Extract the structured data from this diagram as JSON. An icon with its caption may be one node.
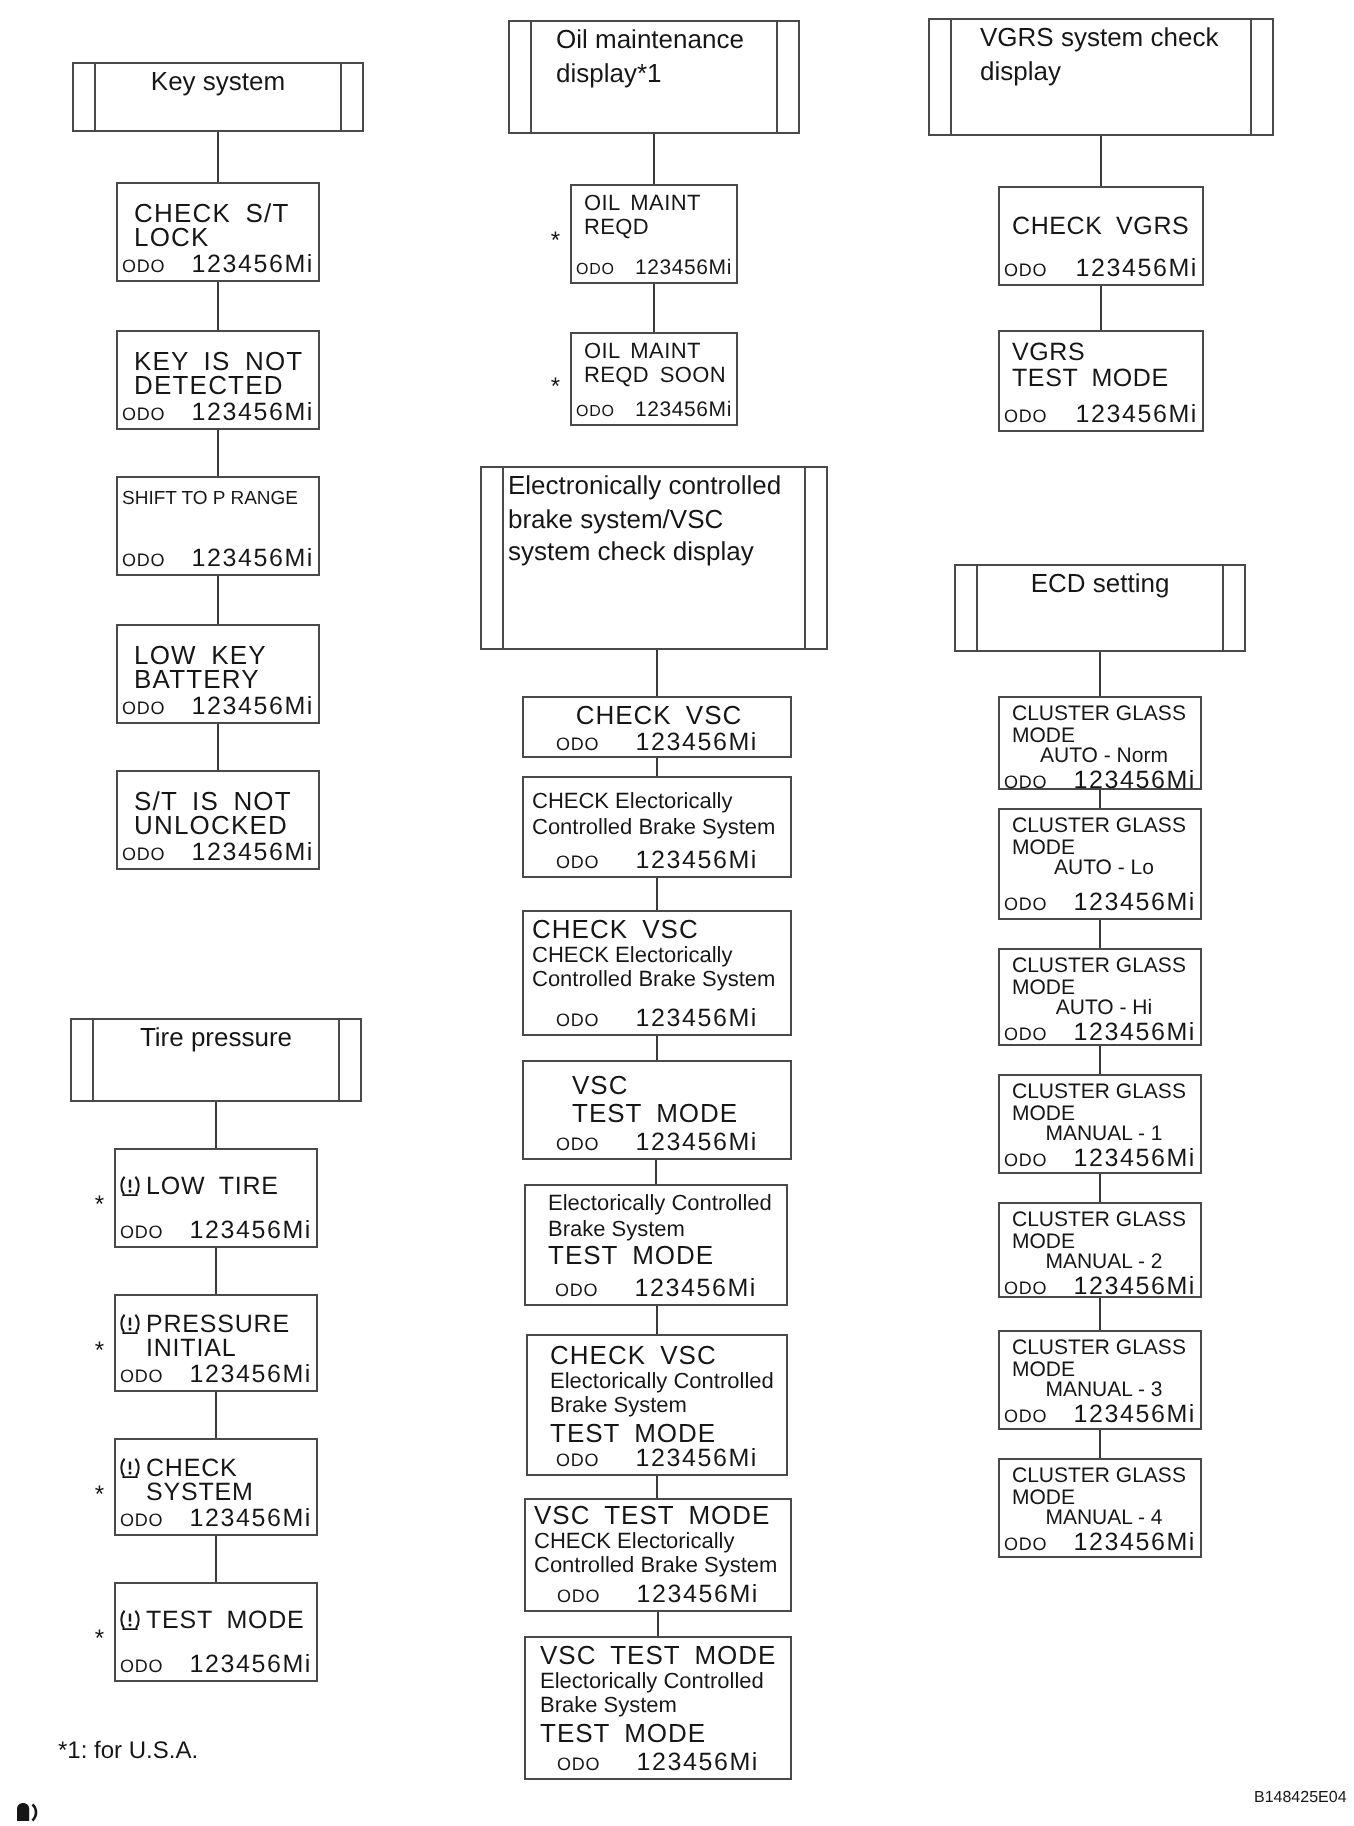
{
  "diagram": {
    "nodes": [
      {
        "text": [
          "Key system"
        ]
      },
      {
        "text": [
          "CHECK S/T LOCK",
          "ODO",
          "123456Mi"
        ]
      },
      {
        "text": [
          "KEY IS NOT DETECTED",
          "ODO",
          "123456Mi"
        ]
      },
      {
        "text": [
          "SHIFT TO P RANGE",
          "ODO",
          "123456Mi"
        ]
      },
      {
        "text": [
          "LOW KEY BATTERY",
          "ODO",
          "123456Mi"
        ]
      },
      {
        "text": [
          "S/T IS NOT UNLOCKED",
          "ODO",
          "123456Mi"
        ]
      },
      {
        "text": [
          "Tire pressure"
        ]
      },
      {
        "text": [
          "LOW TIRE",
          "ODO",
          "123456Mi"
        ],
        "beside": [
          "*"
        ]
      },
      {
        "text": [
          "PRESSURE INITIAL",
          "ODO",
          "123456Mi"
        ],
        "beside": [
          "*"
        ]
      },
      {
        "text": [
          "CHECK SYSTEM",
          "ODO",
          "123456Mi"
        ],
        "beside": [
          "*"
        ]
      },
      {
        "text": [
          "TEST MODE",
          "ODO",
          "123456Mi"
        ],
        "beside": [
          "*"
        ]
      },
      {
        "text": [
          "Oil maintenance display*1"
        ]
      },
      {
        "text": [
          "OIL MAINT REQD",
          "ODO",
          "123456Mi"
        ],
        "beside": [
          "*"
        ]
      },
      {
        "text": [
          "OIL MAINT REQD SOON",
          "ODO",
          "123456Mi"
        ],
        "beside": [
          "*"
        ]
      },
      {
        "text": [
          "Electronically controlled brake system/VSC system check display"
        ]
      },
      {
        "text": [
          "CHECK VSC",
          "ODO",
          "123456Mi"
        ]
      },
      {
        "text": [
          "CHECK Electorically Controlled Brake System",
          "ODO",
          "123456Mi"
        ]
      },
      {
        "text": [
          "CHECK VSC",
          "CHECK Electorically Controlled Brake System",
          "ODO",
          "123456Mi"
        ]
      },
      {
        "text": [
          "VSC",
          "TEST MODE",
          "ODO",
          "123456Mi"
        ]
      },
      {
        "text": [
          "Electorically Controlled Brake System",
          "TEST MODE",
          "ODO",
          "123456Mi"
        ]
      },
      {
        "text": [
          "CHECK VSC",
          "Electorically Controlled Brake System",
          "TEST MODE",
          "ODO",
          "123456Mi"
        ]
      },
      {
        "text": [
          "VSC TEST MODE",
          "CHECK Electorically Controlled Brake System",
          "ODO",
          "123456Mi"
        ]
      },
      {
        "text": [
          "VSC TEST MODE",
          "Electorically Controlled Brake System",
          "TEST MODE",
          "ODO",
          "123456Mi"
        ]
      },
      {
        "text": [
          "VGRS system check display"
        ]
      },
      {
        "text": [
          "CHECK VGRS",
          "ODO",
          "123456Mi"
        ]
      },
      {
        "text": [
          "VGRS",
          "TEST MODE",
          "ODO",
          "123456Mi"
        ]
      },
      {
        "text": [
          "ECD setting"
        ]
      },
      {
        "text": [
          "CLUSTER GLASS MODE",
          "AUTO - Norm",
          "ODO",
          "123456Mi"
        ]
      },
      {
        "text": [
          "CLUSTER GLASS MODE",
          "AUTO - Lo",
          "ODO",
          "123456Mi"
        ]
      },
      {
        "text": [
          "CLUSTER GLASS MODE",
          "AUTO - Hi",
          "ODO",
          "123456Mi"
        ]
      },
      {
        "text": [
          "CLUSTER GLASS MODE",
          "MANUAL - 1",
          "ODO",
          "123456Mi"
        ]
      },
      {
        "text": [
          "CLUSTER GLASS MODE",
          "MANUAL - 2",
          "ODO",
          "123456Mi"
        ]
      },
      {
        "text": [
          "CLUSTER GLASS MODE",
          "MANUAL - 3",
          "ODO",
          "123456Mi"
        ]
      },
      {
        "text": [
          "CLUSTER GLASS MODE",
          "MANUAL - 4",
          "ODO",
          "123456Mi"
        ]
      }
    ],
    "edges": [
      {
        "from": 0,
        "to": 1,
        "arrow": "none"
      },
      {
        "from": 1,
        "to": 2,
        "arrow": "none"
      },
      {
        "from": 2,
        "to": 3,
        "arrow": "none"
      },
      {
        "from": 3,
        "to": 4,
        "arrow": "none"
      },
      {
        "from": 4,
        "to": 5,
        "arrow": "none"
      },
      {
        "from": 6,
        "to": 7,
        "arrow": "none"
      },
      {
        "from": 7,
        "to": 8,
        "arrow": "none"
      },
      {
        "from": 8,
        "to": 9,
        "arrow": "none"
      },
      {
        "from": 9,
        "to": 10,
        "arrow": "none"
      },
      {
        "from": 11,
        "to": 12,
        "arrow": "none"
      },
      {
        "from": 12,
        "to": 13,
        "arrow": "none"
      },
      {
        "from": 14,
        "to": 15,
        "arrow": "none"
      },
      {
        "from": 15,
        "to": 16,
        "arrow": "none"
      },
      {
        "from": 16,
        "to": 17,
        "arrow": "none"
      },
      {
        "from": 17,
        "to": 18,
        "arrow": "none"
      },
      {
        "from": 18,
        "to": 19,
        "arrow": "none"
      },
      {
        "from": 19,
        "to": 20,
        "arrow": "none"
      },
      {
        "from": 20,
        "to": 21,
        "arrow": "none"
      },
      {
        "from": 21,
        "to": 22,
        "arrow": "none"
      },
      {
        "from": 23,
        "to": 24,
        "arrow": "none"
      },
      {
        "from": 24,
        "to": 25,
        "arrow": "none"
      },
      {
        "from": 26,
        "to": 27,
        "arrow": "none"
      },
      {
        "from": 27,
        "to": 28,
        "arrow": "none"
      },
      {
        "from": 28,
        "to": 29,
        "arrow": "none"
      },
      {
        "from": 29,
        "to": 30,
        "arrow": "none"
      },
      {
        "from": 30,
        "to": 31,
        "arrow": "none"
      },
      {
        "from": 31,
        "to": 32,
        "arrow": "none"
      },
      {
        "from": 32,
        "to": 33,
        "arrow": "none"
      }
    ],
    "labels": [
      "*1: for U.S.A.",
      "B148425E04"
    ]
  }
}
